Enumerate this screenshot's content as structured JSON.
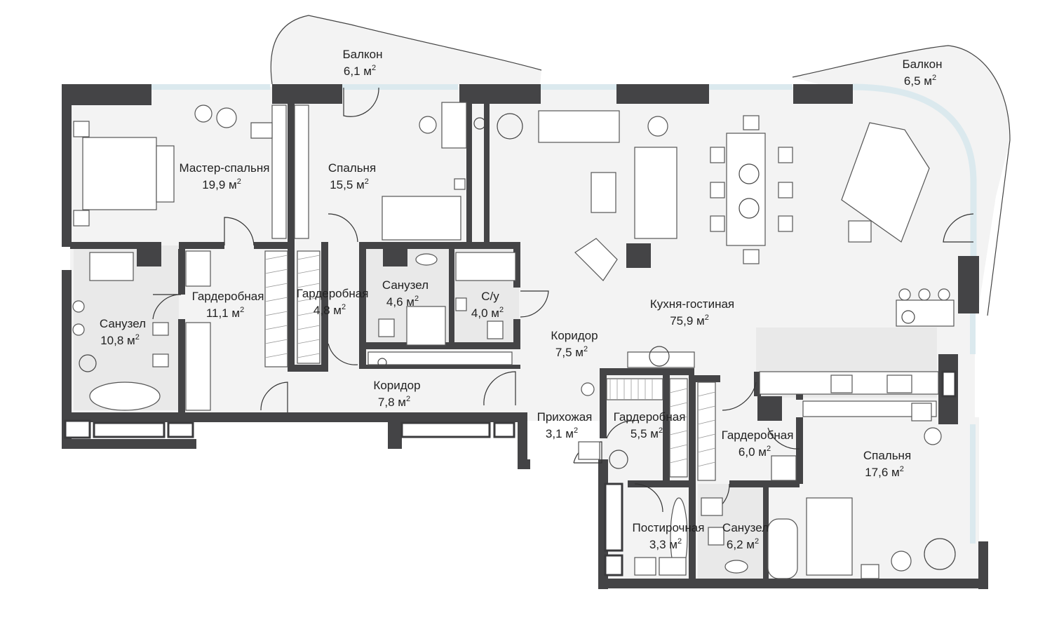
{
  "rooms": [
    {
      "id": "balcony-1",
      "name": "Балкон",
      "area": "6,1 м"
    },
    {
      "id": "balcony-2",
      "name": "Балкон",
      "area": "6,5 м"
    },
    {
      "id": "master-bedroom",
      "name": "Мастер-спальня",
      "area": "19,9 м"
    },
    {
      "id": "bedroom-1",
      "name": "Спальня",
      "area": "15,5 м"
    },
    {
      "id": "bathroom-1",
      "name": "Санузел",
      "area": "10,8 м"
    },
    {
      "id": "wardrobe-1",
      "name": "Гардеробная",
      "area": "11,1 м"
    },
    {
      "id": "wardrobe-2",
      "name": "Гардеробная",
      "area": "4,8 м"
    },
    {
      "id": "bathroom-2",
      "name": "Санузел",
      "area": "4,6 м"
    },
    {
      "id": "wc",
      "name": "С/у",
      "area": "4,0 м"
    },
    {
      "id": "kitchen-living",
      "name": "Кухня-гостиная",
      "area": "75,9 м"
    },
    {
      "id": "corridor-1",
      "name": "Коридор",
      "area": "7,5 м"
    },
    {
      "id": "corridor-2",
      "name": "Коридор",
      "area": "7,8 м"
    },
    {
      "id": "hallway",
      "name": "Прихожая",
      "area": "3,1 м"
    },
    {
      "id": "wardrobe-3",
      "name": "Гардеробная",
      "area": "5,5 м"
    },
    {
      "id": "wardrobe-4",
      "name": "Гардеробная",
      "area": "6,0 м"
    },
    {
      "id": "bedroom-2",
      "name": "Спальня",
      "area": "17,6 м"
    },
    {
      "id": "laundry",
      "name": "Постирочная",
      "area": "3,3 м"
    },
    {
      "id": "bathroom-3",
      "name": "Санузел",
      "area": "6,2 м"
    }
  ],
  "unit_superscript": "2",
  "colors": {
    "wall": "#444446",
    "floor": "#f3f3f3",
    "glass": "#dbe9ee"
  }
}
